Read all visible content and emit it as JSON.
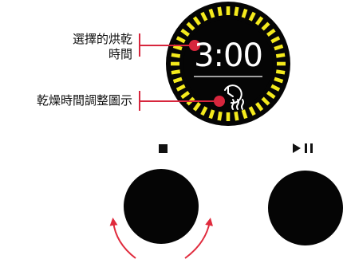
{
  "callouts": {
    "selected_time_line1": "選擇的烘乾",
    "selected_time_line2": "時間",
    "adjust_icon": "乾燥時間調整圖示"
  },
  "display": {
    "time": "3:00"
  },
  "controls": {
    "stop_label": "■",
    "play_pause_label": "►II"
  },
  "colors": {
    "dial_face": "#050505",
    "led_ring": "#f4ea1c",
    "callout_red": "#d7263d",
    "text": "#111111",
    "knob": "#050505"
  }
}
